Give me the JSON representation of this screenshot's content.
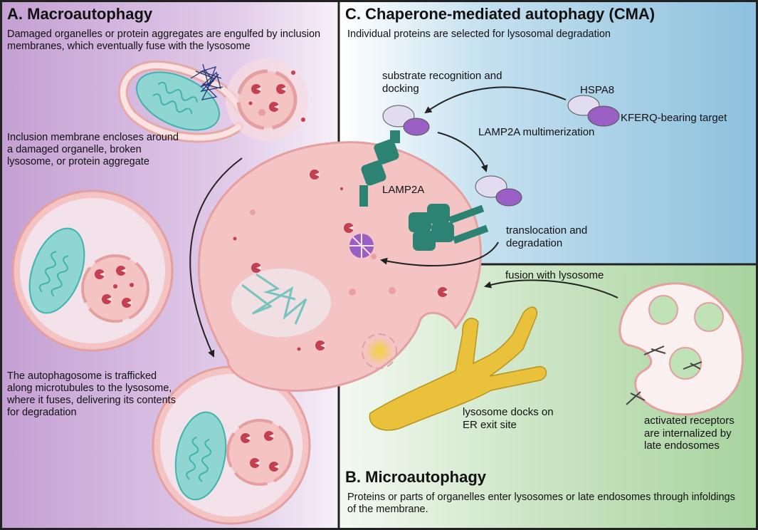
{
  "panels": {
    "a": {
      "title": "A. Macroautophagy",
      "description": "Damaged organelles or protein aggregates are engulfed by inclusion membranes, which eventually fuse with the lysosome",
      "step1": "Inclusion membrane encloses around a damaged organelle, broken lysosome, or protein aggregate",
      "step2": "The autophagosome is trafficked along microtubules to the lysosome, where it fuses, delivering its contents for degradation"
    },
    "b": {
      "title": "B. Microautophagy",
      "description": "Proteins or parts of organelles enter lysosomes or late endosomes through infoldings of the membrane.",
      "fusion": "fusion with lysosome",
      "er_dock": "lysosome docks on ER exit site",
      "receptors": "activated receptors are internalized by late endosomes"
    },
    "c": {
      "title": "C. Chaperone-mediated autophagy (CMA)",
      "description": "Individual proteins are selected for lysosomal degradation",
      "recognition": "substrate recognition and docking",
      "hspa8": "HSPA8",
      "kferq": "KFERQ-bearing target",
      "multimerization": "LAMP2A multimerization",
      "lamp2a": "LAMP2A",
      "translocation": "translocation and degradation"
    }
  },
  "colors": {
    "macro_bg": "#c9a6d6",
    "cma_bg": "#8fc2df",
    "micro_bg": "#a9d3a0",
    "lysosome": "#f4c4c4",
    "lysosome_edge": "#e4a0a0",
    "mito": "#8fd6d2",
    "lamp2a": "#2c8273",
    "hspa8": "#e2dcf0",
    "kferq": "#9a5fc4",
    "er": "#e9c13a",
    "degraded": "#c2404f"
  }
}
